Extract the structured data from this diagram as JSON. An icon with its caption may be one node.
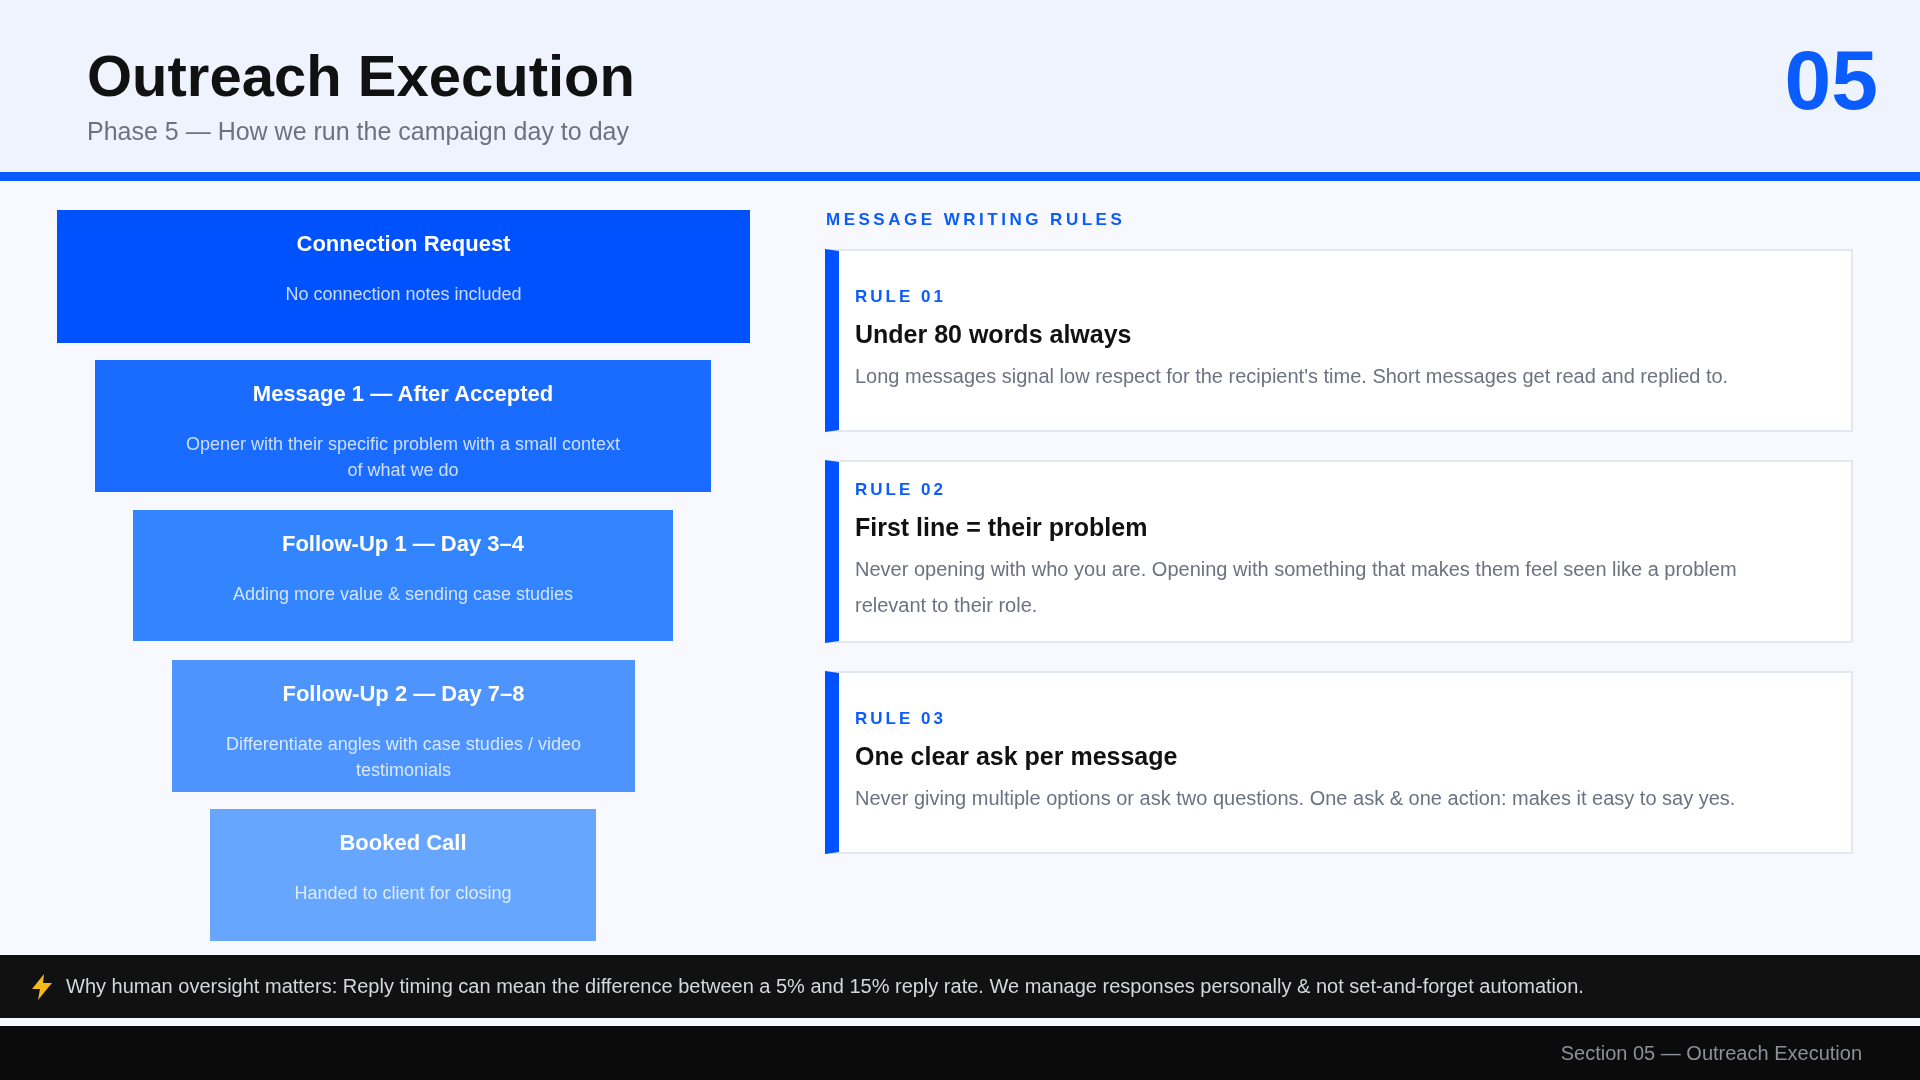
{
  "diagram": {
    "title": "Outreach Execution",
    "nodes": [
      {
        "text": [
          "Connection Request",
          "No connection notes included"
        ]
      },
      {
        "text": [
          "Message 1 — After Accepted",
          "Opener with their specific problem with a small context of what we do"
        ]
      },
      {
        "text": [
          "Follow-Up 1 — Day 3–4",
          "Adding more value & sending case studies"
        ]
      },
      {
        "text": [
          "Follow-Up 2 — Day 7–8",
          "Differentiate angles with case studies / video testimonials"
        ]
      },
      {
        "text": [
          "Booked Call",
          "Handed to client for closing"
        ]
      },
      {
        "text": [
          "RULE 01",
          "Under 80 words always",
          "Long messages signal low respect for the recipient's time. Short messages get read and replied to."
        ]
      },
      {
        "text": [
          "RULE 02",
          "First line = their problem",
          "Never opening with who you are. Opening with something that makes them feel seen like a problem relevant to their role."
        ]
      },
      {
        "text": [
          "RULE 03",
          "One clear ask per message",
          "Never giving multiple options or ask two questions. One ask & one action: makes it easy to say yes."
        ]
      },
      {
        "text": [
          "Why human oversight matters: Reply timing can mean the difference between a 5% and 15% reply rate. We manage responses personally & not set-and-forget automation."
        ]
      }
    ],
    "labels": [
      "Phase 5 — How we run the campaign day to day",
      "05",
      "MESSAGE WRITING RULES",
      "Section 05 — Outreach Execution"
    ]
  }
}
